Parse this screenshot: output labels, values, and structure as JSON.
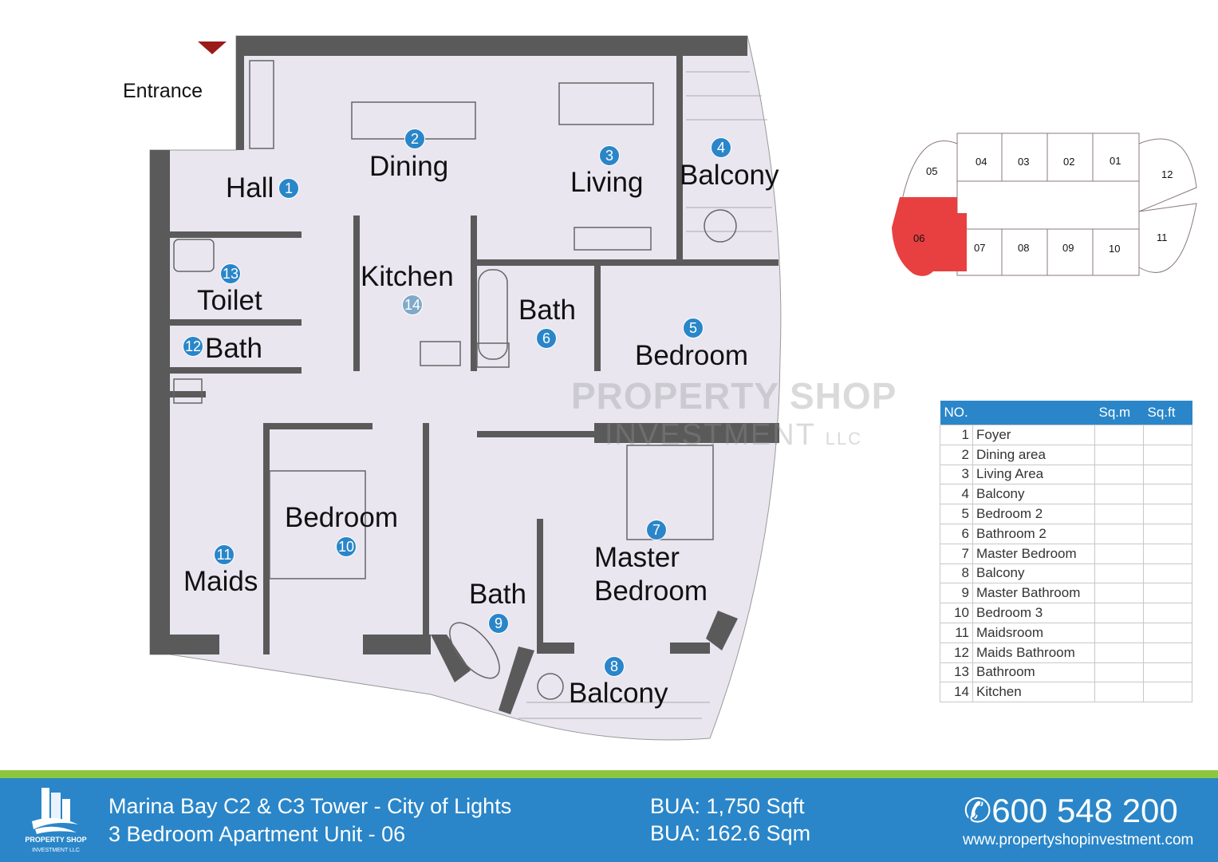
{
  "plan": {
    "entrance_label": "Entrance",
    "rooms": [
      {
        "no": "1",
        "name": "Hall"
      },
      {
        "no": "2",
        "name": "Dining"
      },
      {
        "no": "3",
        "name": "Living"
      },
      {
        "no": "4",
        "name": "Balcony"
      },
      {
        "no": "5",
        "name": "Bedroom"
      },
      {
        "no": "6",
        "name": "Bath"
      },
      {
        "no": "7",
        "name_line1": "Master",
        "name_line2": "Bedroom"
      },
      {
        "no": "8",
        "name": "Balcony"
      },
      {
        "no": "9",
        "name": "Bath"
      },
      {
        "no": "10",
        "name": "Bedroom"
      },
      {
        "no": "11",
        "name": "Maids"
      },
      {
        "no": "12",
        "name": "Bath"
      },
      {
        "no": "13",
        "name": "Toilet"
      },
      {
        "no": "14",
        "name": "Kitchen"
      }
    ],
    "watermark": {
      "line1": "PROPERTY SHOP",
      "line2": "INVESTMENT",
      "llc": "LLC"
    }
  },
  "keyplan": {
    "units": [
      "05",
      "04",
      "03",
      "02",
      "01",
      "12",
      "06",
      "07",
      "08",
      "09",
      "10",
      "11"
    ],
    "highlighted": "06",
    "highlight_color": "#e84040"
  },
  "area_table": {
    "headers": [
      "NO.",
      "Sq.m",
      "Sq.ft"
    ],
    "rows": [
      {
        "no": "1",
        "name": "Foyer"
      },
      {
        "no": "2",
        "name": "Dining area"
      },
      {
        "no": "3",
        "name": "Living Area"
      },
      {
        "no": "4",
        "name": "Balcony"
      },
      {
        "no": "5",
        "name": "Bedroom 2"
      },
      {
        "no": "6",
        "name": "Bathroom 2"
      },
      {
        "no": "7",
        "name": "Master Bedroom"
      },
      {
        "no": "8",
        "name": "Balcony"
      },
      {
        "no": "9",
        "name": "Master Bathroom"
      },
      {
        "no": "10",
        "name": "Bedroom 3"
      },
      {
        "no": "11",
        "name": "Maidsroom"
      },
      {
        "no": "12",
        "name": "Maids Bathroom"
      },
      {
        "no": "13",
        "name": "Bathroom"
      },
      {
        "no": "14",
        "name": "Kitchen"
      }
    ]
  },
  "footer": {
    "logo_line1": "PROPERTY SHOP",
    "logo_line2": "INVESTMENT LLC",
    "project": "Marina Bay  C2 & C3 Tower - City of Lights",
    "unit": "3 Bedroom Apartment  Unit - 06",
    "bua_sqft": "BUA: 1,750 Sqft",
    "bua_sqm": "BUA: 162.6 Sqm",
    "phone": "600 548 200",
    "website": "www.propertyshopinvestment.com",
    "brand_color": "#2a86c8",
    "accent_color": "#8cc63f"
  }
}
